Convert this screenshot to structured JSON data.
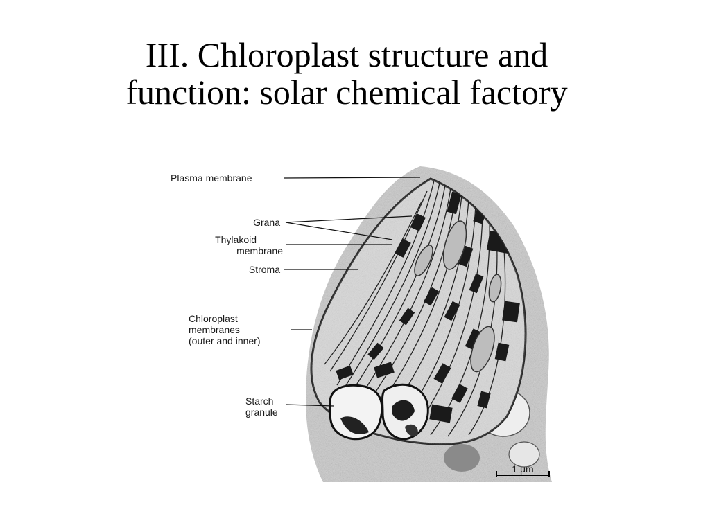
{
  "slide": {
    "title_line1": "III.  Chloroplast structure and",
    "title_line2": "function: solar chemical factory"
  },
  "figure": {
    "labels": {
      "plasma_membrane": "Plasma membrane",
      "grana": "Grana",
      "thylakoid_1": "Thylakoid",
      "thylakoid_2": "membrane",
      "stroma": "Stroma",
      "chloroplast_1": "Chloroplast",
      "chloroplast_2": "membranes",
      "chloroplast_3": "(outer and inner)",
      "starch_1": "Starch",
      "starch_2": "granule"
    },
    "scale_bar": "1 μm"
  },
  "colors": {
    "text": "#000000",
    "micrograph_dark": "#1e1e1e",
    "micrograph_mid": "#9a9a9a",
    "micrograph_light": "#dcdcdc"
  }
}
